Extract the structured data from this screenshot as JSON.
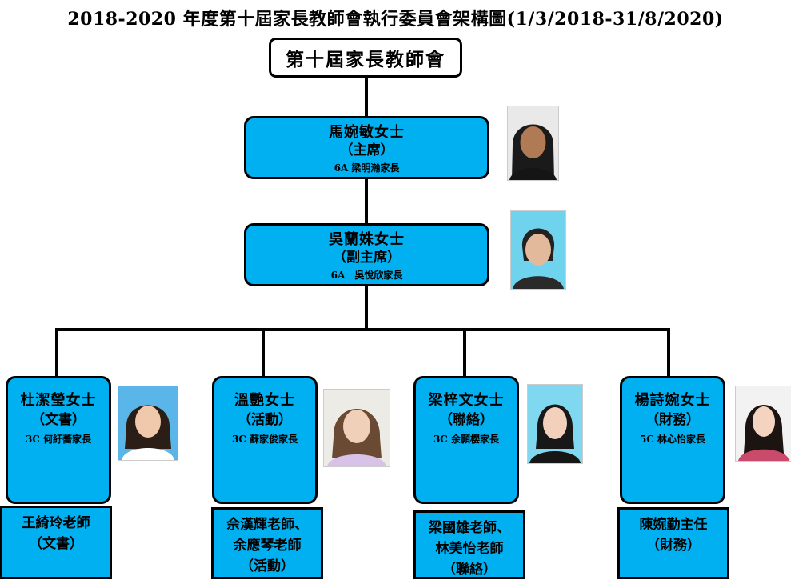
{
  "title": "2018-2020 年度第十屆家長教師會執行委員會架構圖(1/3/2018-31/8/2020)",
  "root": "第十屆家長教師會",
  "chair": {
    "name": "馬婉敏女士",
    "role": "（主席）",
    "parent": "6A 梁明瀚家長"
  },
  "vice_chair": {
    "name": "吳蘭姝女士",
    "role": "（副主席）",
    "parent": "6A　吳悅欣家長"
  },
  "members": [
    {
      "name": "杜潔瑩女士",
      "role": "（文書）",
      "parent": "3C 何紆蕎家長",
      "teacher_lines": [
        "王綺玲老師",
        "（文書）"
      ]
    },
    {
      "name": "溫艷女士",
      "role": "（活動）",
      "parent": "3C 蘇家俊家長",
      "teacher_lines": [
        "佘漢輝老師、",
        "余應琴老師",
        "（活動）"
      ]
    },
    {
      "name": "梁梓文女士",
      "role": "（聯絡）",
      "parent": "3C 余顥櫻家長",
      "teacher_lines": [
        "梁國雄老師、",
        "林美怡老師",
        "（聯絡）"
      ]
    },
    {
      "name": "楊詩婉女士",
      "role": "（財務）",
      "parent": "5C 林心怡家長",
      "teacher_lines": [
        "陳婉勤主任",
        "（財務）"
      ]
    }
  ],
  "colors": {
    "box_fill": "#00b0f0",
    "border": "#000000"
  }
}
